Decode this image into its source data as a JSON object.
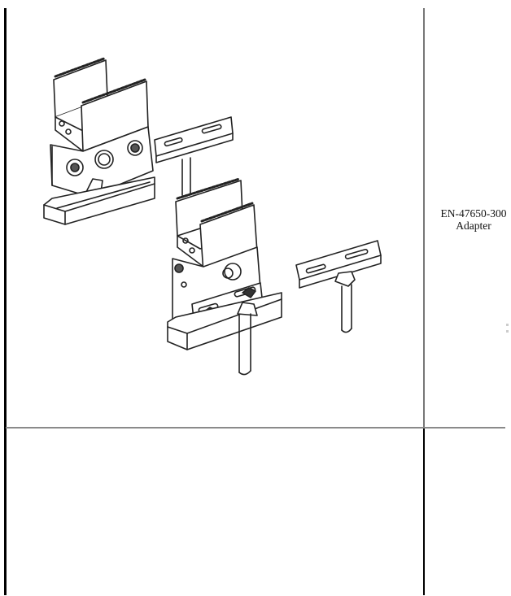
{
  "table": {
    "rows": [
      {
        "cells": [
          {
            "type": "image",
            "illustration": {
              "description": "Isometric line drawing of adapter assembly: two bracket blocks with toothed jaws, slotted cross bars and mounting pins",
              "stroke_color": "#222222"
            }
          },
          {
            "type": "caption",
            "caption": {
              "line1": "EN-47650-300",
              "line2": "Adapter"
            }
          }
        ]
      },
      {
        "cells": [
          {
            "type": "empty"
          },
          {
            "type": "empty"
          }
        ]
      }
    ]
  },
  "colors": {
    "border": "#000000",
    "divider": "#8a8a8a",
    "text": "#111111"
  }
}
